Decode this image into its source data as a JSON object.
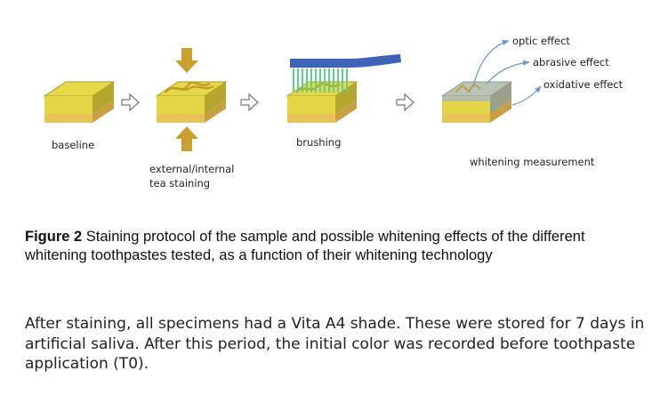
{
  "figure": {
    "labels": {
      "baseline": "baseline",
      "staining_line1": "external/internal",
      "staining_line2": "tea staining",
      "brushing": "brushing",
      "measurement": "whitening measurement"
    },
    "effects": [
      "optic effect",
      "abrasive effect",
      "oxidative effect"
    ],
    "colors": {
      "block_top": "#E5D94A",
      "block_side_dark": "#B5A62E",
      "enamel": "#E8C357",
      "stain": "#C9A32E",
      "arrow_gold": "#C9A030",
      "brush_handle": "#3E63B8",
      "bristles": "#5FD08A",
      "effect_arrows": "#6A9BD1",
      "washed_top": "#B9C3B7"
    }
  },
  "caption": {
    "label": "Figure 2",
    "text": " Staining protocol of the sample and possible whitening effects of the different whitening toothpastes tested, as a function of their whitening technology"
  },
  "body": {
    "text": "After staining, all specimens had a Vita A4 shade. These were stored for 7 days in artificial saliva. After this period, the initial color was recorded before toothpaste application (T0)."
  }
}
